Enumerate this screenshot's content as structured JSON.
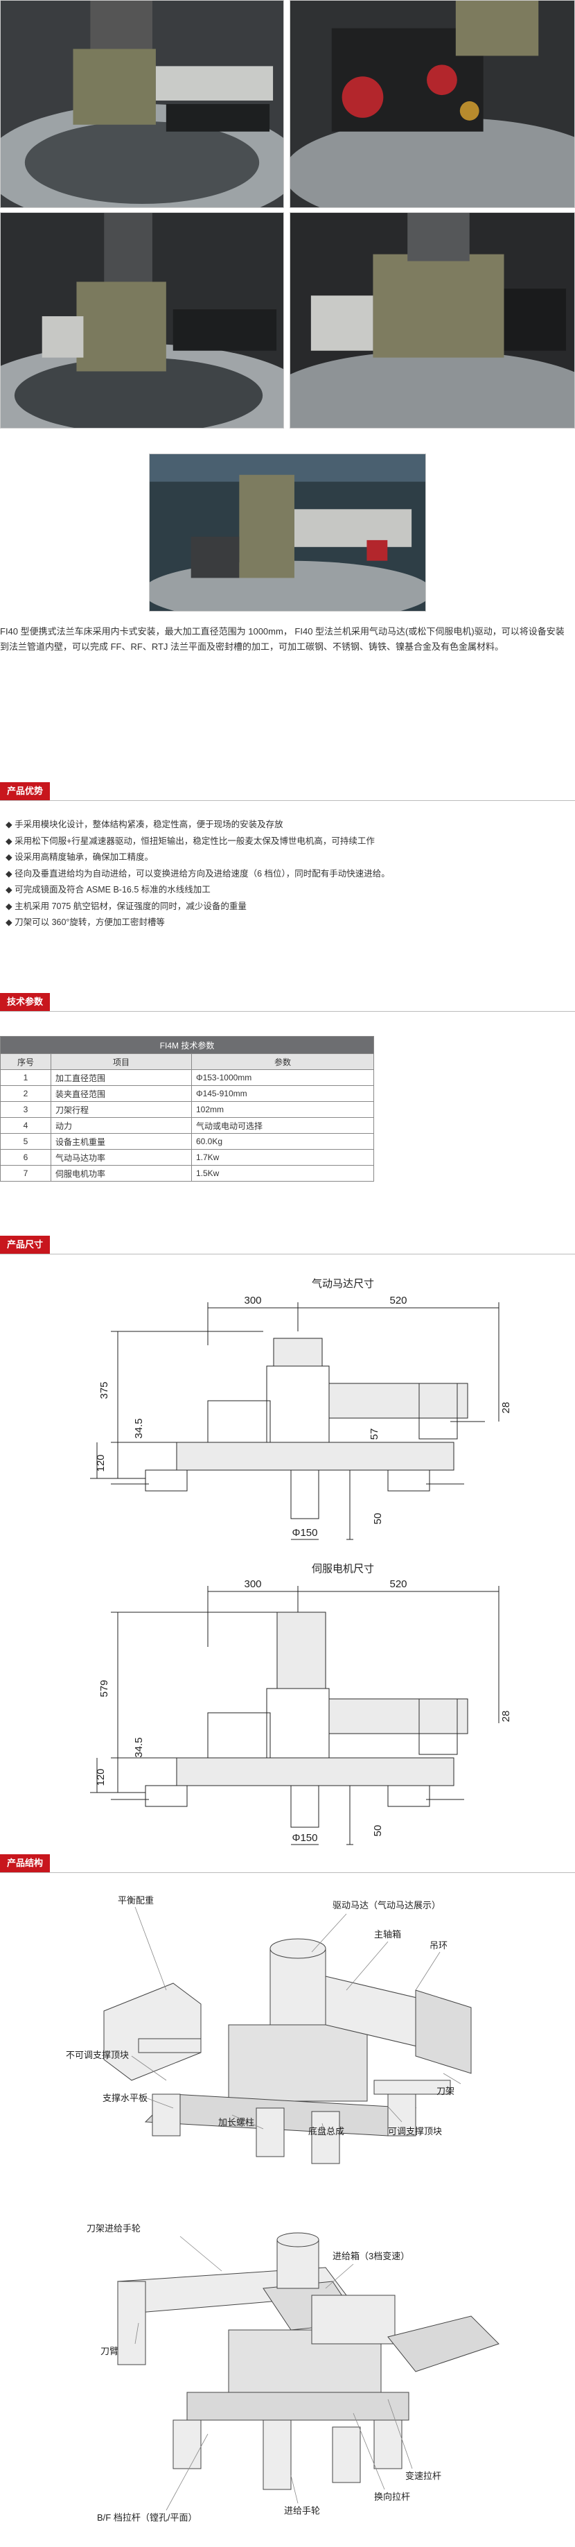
{
  "intro_text": "FI40 型便携式法兰车床采用内卡式安装，最大加工直径范围为 1000mm， FI40 型法兰机采用气动马达(或松下伺服电机)驱动，可以将设备安装到法兰管道内壁，可以完成 FF、RF、RTJ 法兰平面及密封槽的加工，可加工碳钢、不锈钢、铸铁、镍基合金及有色金属材料。",
  "advantages": {
    "title": "产品优势",
    "items": [
      "手采用模块化设计，整体结构紧凑，稳定性高，便于现场的安装及存放",
      "采用松下伺服+行星减速器驱动，恒扭矩输出，稳定性比一般麦太保及博世电机高，可持续工作",
      "设采用高精度轴承，确保加工精度。",
      "径向及垂直进给均为自动进给，可以变换进给方向及进给速度（6 档位），同时配有手动快速进给。",
      "可完成镜面及符合 ASME B-16.5 标准的水线线加工",
      "主机采用 7075 航空铝材，保证强度的同时，减少设备的重量",
      "刀架可以 360°旋转，方便加工密封槽等"
    ]
  },
  "specs": {
    "title": "技术参数",
    "caption": "FI4M  技术参数",
    "headers": [
      "序号",
      "项目",
      "参数"
    ],
    "rows": [
      [
        "1",
        "加工直径范围",
        "Φ153-1000mm"
      ],
      [
        "2",
        "装夹直径范围",
        "Φ145-910mm"
      ],
      [
        "3",
        "刀架行程",
        "102mm"
      ],
      [
        "4",
        "动力",
        "气动或电动可选择"
      ],
      [
        "5",
        "设备主机重量",
        "60.0Kg"
      ],
      [
        "6",
        "气动马达功率",
        "1.7Kw"
      ],
      [
        "7",
        "伺服电机功率",
        "1.5Kw"
      ]
    ]
  },
  "dimensions": {
    "title": "产品尺寸",
    "pneumatic": {
      "title": "气动马达尺寸",
      "dims": [
        "300",
        "520",
        "375",
        "34.5",
        "28",
        "57",
        "120",
        "Φ150",
        "50"
      ]
    },
    "servo": {
      "title": "伺服电机尺寸",
      "dims": [
        "300",
        "520",
        "579",
        "34.5",
        "28",
        "120",
        "Φ150",
        "50"
      ]
    }
  },
  "structure": {
    "title": "产品结构",
    "labels_top": [
      "平衡配重",
      "驱动马达（气动马达展示）",
      "主轴箱",
      "吊环",
      "不可调支撑顶块",
      "支撑水平板",
      "加长螺柱",
      "底盘总成",
      "可调支撑顶块",
      "刀架"
    ],
    "labels_bottom": [
      "刀架进给手轮",
      "进给箱（3档变速）",
      "刀臂",
      "变速拉杆",
      "换向拉杆",
      "B/F 档拉杆（镗孔/平面）",
      "进给手轮"
    ]
  },
  "colors": {
    "accent": "#c8161d",
    "table_caption": "#6d6e71"
  }
}
